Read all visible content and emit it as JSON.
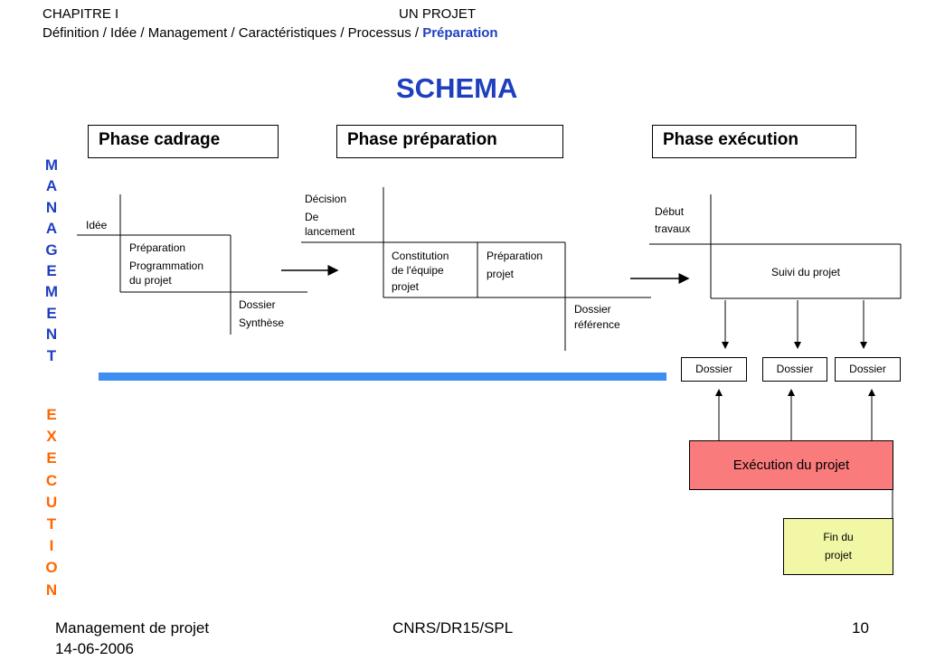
{
  "header": {
    "chapter": "CHAPITRE I",
    "topic": "UN PROJET",
    "breadcrumb_prefix": "Définition / Idée / Management / Caractéristiques / Processus / ",
    "breadcrumb_active": "Préparation"
  },
  "title": "SCHEMA",
  "phases": [
    "Phase cadrage",
    "Phase préparation",
    "Phase exécution"
  ],
  "vertical": {
    "management": [
      "M",
      "A",
      "N",
      "A",
      "G",
      "E",
      "M",
      "E",
      "N",
      "T"
    ],
    "execution": [
      "E",
      "X",
      "E",
      "C",
      "U",
      "T",
      "I",
      "O",
      "N"
    ],
    "management_color": "#1f3fbf",
    "execution_color": "#ff6600"
  },
  "cadrage": {
    "idee": "Idée",
    "prep_line1": "Préparation",
    "prep_line2": "Programmation",
    "prep_line3": "du projet",
    "dossier_line1": "Dossier",
    "dossier_line2": "Synthèse"
  },
  "preparation": {
    "decision_line1": "Décision",
    "decision_line2": "De",
    "decision_line3": "lancement",
    "constitution_line1": "Constitution",
    "constitution_line2": "de l'équipe",
    "constitution_line3": "projet",
    "prep_line1": "Préparation",
    "prep_line2": "projet",
    "dossier_line1": "Dossier",
    "dossier_line2": "référence"
  },
  "execution": {
    "debut_line1": "Début",
    "debut_line2": "travaux",
    "suivi": "Suivi du projet",
    "dossiers": [
      "Dossier",
      "Dossier",
      "Dossier"
    ],
    "execution_box": "Exécution du projet",
    "fin_line1": "Fin du",
    "fin_line2": "projet",
    "execution_color": "#f97b7b",
    "fin_color": "#f2f7a6",
    "timeline_color": "#3d8ef0"
  },
  "footer": {
    "left_line1": "Management de projet",
    "left_line2": "14-06-2006",
    "center": "CNRS/DR15/SPL",
    "page": "10"
  }
}
